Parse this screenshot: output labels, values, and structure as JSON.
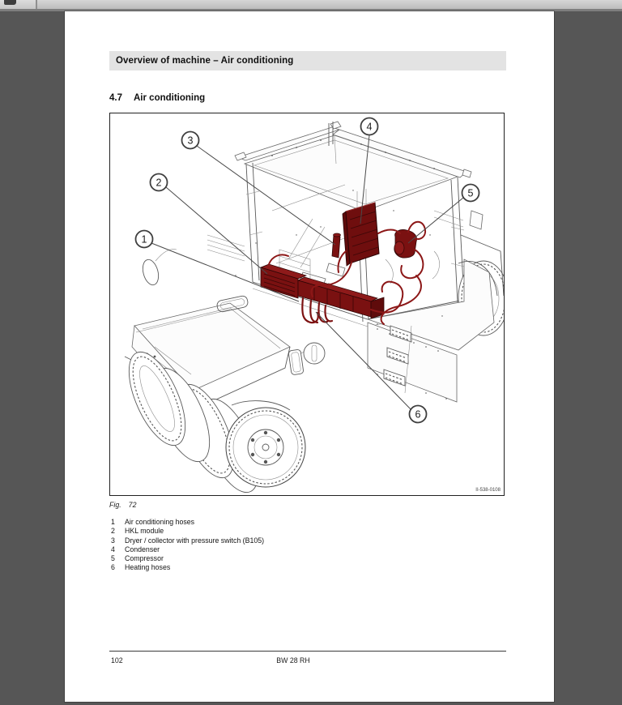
{
  "page": {
    "header_bar": "Overview of machine – Air conditioning",
    "section_number": "4.7",
    "section_title": "Air conditioning",
    "figure": {
      "caption_label": "Fig.",
      "caption_number": "72",
      "ref_code": "II-538-0108",
      "callouts": [
        "1",
        "2",
        "3",
        "4",
        "5",
        "6"
      ]
    },
    "legend": [
      {
        "num": "1",
        "label": "Air conditioning hoses"
      },
      {
        "num": "2",
        "label": "HKL module"
      },
      {
        "num": "3",
        "label": "Dryer / collector with pressure switch (B105)"
      },
      {
        "num": "4",
        "label": "Condenser"
      },
      {
        "num": "5",
        "label": "Compressor"
      },
      {
        "num": "6",
        "label": "Heating hoses"
      }
    ],
    "footer": {
      "page_number": "102",
      "doc_code": "BW 28 RH"
    }
  },
  "colors": {
    "viewer_background": "#565656",
    "toolbar_strip": "#c6c6c6",
    "header_bar_bg": "#e3e3e3",
    "condenser_red": "#6f0e0e",
    "module_red": "#7a1111",
    "hose_red": "#8c1717"
  }
}
